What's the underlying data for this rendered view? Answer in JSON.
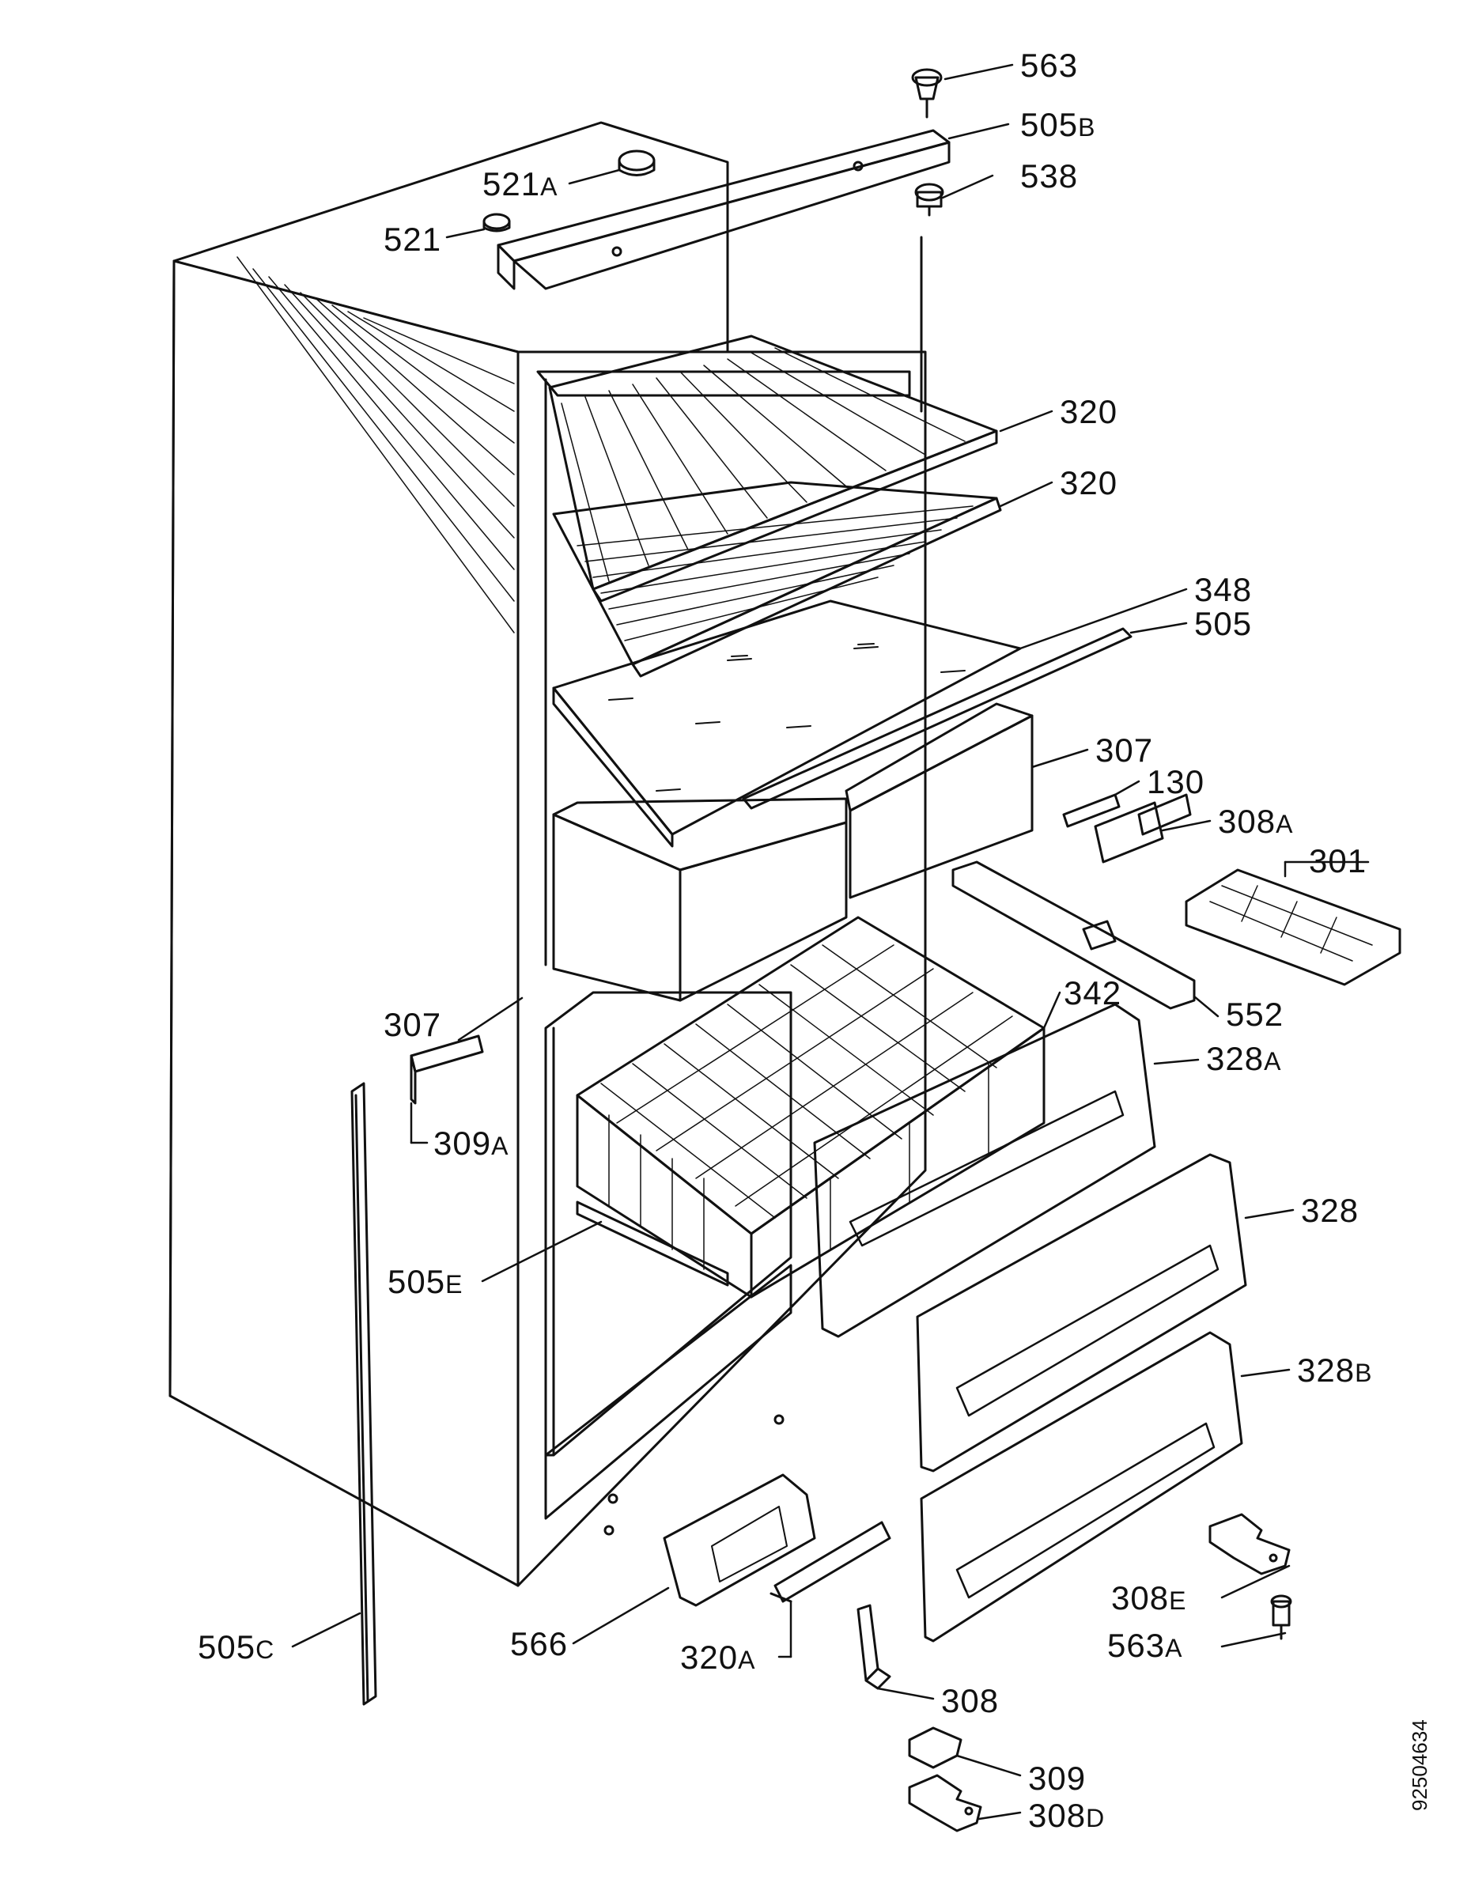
{
  "colors": {
    "ink": "#111111",
    "paper": "#ffffff"
  },
  "document_number": "92504634",
  "callouts": [
    {
      "id": "563",
      "num": "563",
      "suffix": ""
    },
    {
      "id": "505b",
      "num": "505",
      "suffix": "B"
    },
    {
      "id": "521a",
      "num": "521",
      "suffix": "A"
    },
    {
      "id": "538",
      "num": "538",
      "suffix": ""
    },
    {
      "id": "521",
      "num": "521",
      "suffix": ""
    },
    {
      "id": "320-upper",
      "num": "320",
      "suffix": ""
    },
    {
      "id": "320-lower",
      "num": "320",
      "suffix": ""
    },
    {
      "id": "348",
      "num": "348",
      "suffix": ""
    },
    {
      "id": "505",
      "num": "505",
      "suffix": ""
    },
    {
      "id": "307-right",
      "num": "307",
      "suffix": ""
    },
    {
      "id": "130",
      "num": "130",
      "suffix": ""
    },
    {
      "id": "308a",
      "num": "308",
      "suffix": "A"
    },
    {
      "id": "301",
      "num": "301",
      "suffix": ""
    },
    {
      "id": "552",
      "num": "552",
      "suffix": ""
    },
    {
      "id": "342",
      "num": "342",
      "suffix": ""
    },
    {
      "id": "307-left",
      "num": "307",
      "suffix": ""
    },
    {
      "id": "328a",
      "num": "328",
      "suffix": "A"
    },
    {
      "id": "309a",
      "num": "309",
      "suffix": "A"
    },
    {
      "id": "328",
      "num": "328",
      "suffix": ""
    },
    {
      "id": "505e",
      "num": "505",
      "suffix": "E"
    },
    {
      "id": "328b",
      "num": "328",
      "suffix": "B"
    },
    {
      "id": "308e",
      "num": "308",
      "suffix": "E"
    },
    {
      "id": "563a",
      "num": "563",
      "suffix": "A"
    },
    {
      "id": "505c",
      "num": "505",
      "suffix": "C"
    },
    {
      "id": "566",
      "num": "566",
      "suffix": ""
    },
    {
      "id": "320a",
      "num": "320",
      "suffix": "A"
    },
    {
      "id": "308",
      "num": "308",
      "suffix": ""
    },
    {
      "id": "309",
      "num": "309",
      "suffix": ""
    },
    {
      "id": "308d",
      "num": "308",
      "suffix": "D"
    }
  ]
}
